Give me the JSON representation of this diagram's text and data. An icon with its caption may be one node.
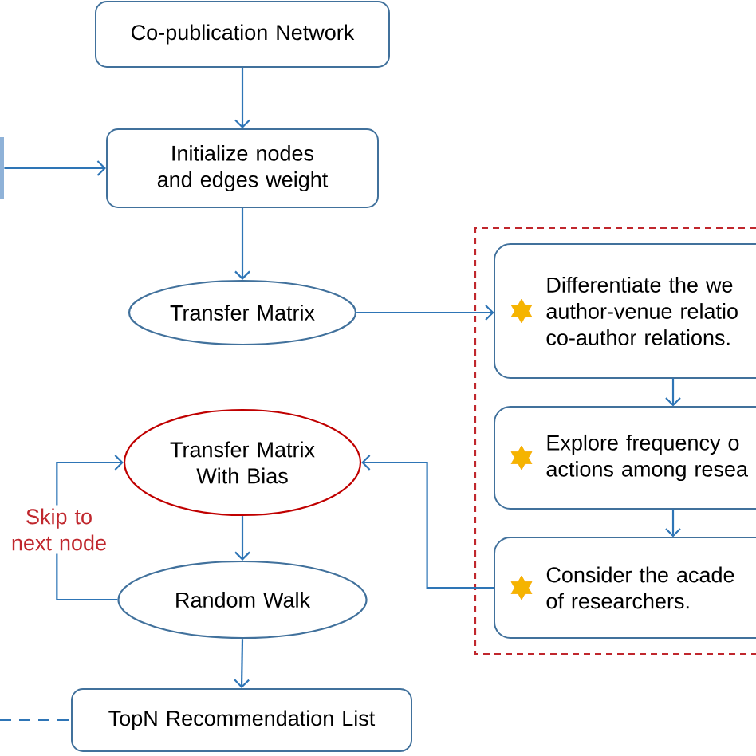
{
  "diagram": {
    "nodes": [
      {
        "text": [
          "Co-publication Network"
        ]
      },
      {
        "text": [],
        "shape": "box"
      },
      {
        "text": [
          "Initialize nodes and edges weight"
        ]
      },
      {
        "text": [
          "Transfer Matrix"
        ]
      },
      {
        "text": [],
        "shape": "box"
      },
      {
        "text": [
          "Differentiate the we author-venue relatio co-author relations."
        ],
        "in": 4
      },
      {
        "text": [
          "Explore frequency o actions among resea"
        ],
        "in": 4
      },
      {
        "text": [
          "Consider the acade of researchers."
        ],
        "in": 4
      },
      {
        "text": [
          "Transfer Matrix With Bias"
        ]
      },
      {
        "text": [
          "Random Walk"
        ]
      },
      {
        "text": [
          "TopN Recommendation List"
        ]
      }
    ],
    "edges": [
      {
        "from": 0,
        "to": 2,
        "arrow": "to"
      },
      {
        "from": 1,
        "to": 2,
        "arrow": "to"
      },
      {
        "from": 2,
        "to": 3,
        "arrow": "to"
      },
      {
        "from": 3,
        "to": 5,
        "arrow": "to"
      },
      {
        "from": 5,
        "to": 6,
        "arrow": "to"
      },
      {
        "from": 6,
        "to": 7,
        "arrow": "to"
      },
      {
        "from": 7,
        "to": 8,
        "arrow": "to"
      },
      {
        "from": 8,
        "to": 9,
        "arrow": "to"
      },
      {
        "from": 9,
        "to": 8,
        "arrow": "to",
        "label": "Skip to next node"
      },
      {
        "from": 9,
        "to": 10,
        "arrow": "to"
      },
      {
        "from": null,
        "to": 10,
        "arrow": "none",
        "style": "dashed"
      }
    ]
  }
}
